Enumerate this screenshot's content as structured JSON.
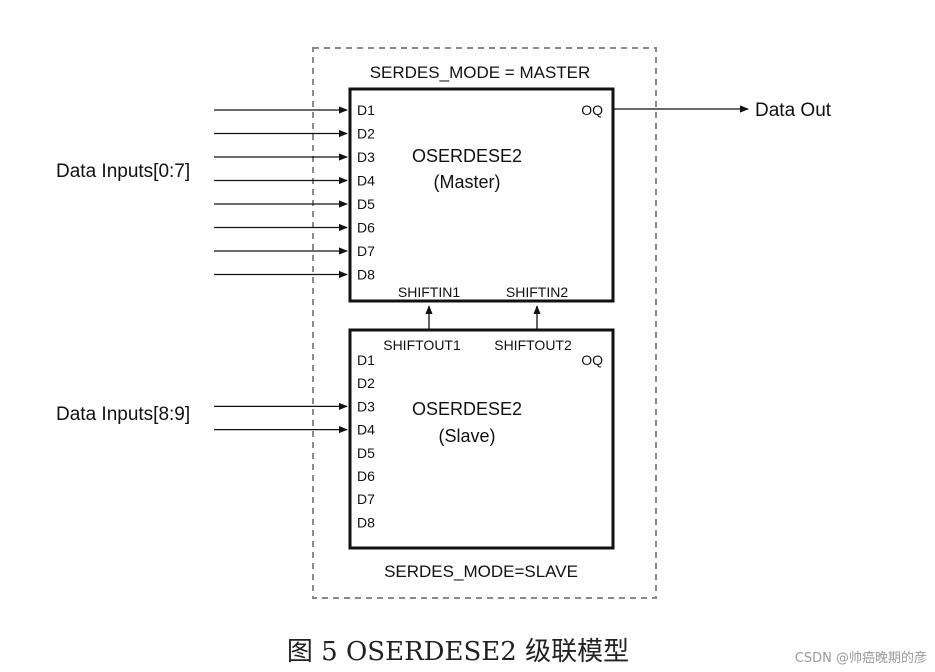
{
  "diagram": {
    "master": {
      "mode_label": "SERDES_MODE = MASTER",
      "name": "OSERDESE2",
      "role": "(Master)",
      "inputs": [
        "D1",
        "D2",
        "D3",
        "D4",
        "D5",
        "D6",
        "D7",
        "D8"
      ],
      "output": "OQ",
      "shiftin1": "SHIFTIN1",
      "shiftin2": "SHIFTIN2"
    },
    "slave": {
      "mode_label": "SERDES_MODE=SLAVE",
      "name": "OSERDESE2",
      "role": "(Slave)",
      "inputs": [
        "D1",
        "D2",
        "D3",
        "D4",
        "D5",
        "D6",
        "D7",
        "D8"
      ],
      "output": "OQ",
      "shiftout1": "SHIFTOUT1",
      "shiftout2": "SHIFTOUT2"
    },
    "data_inputs_master": "Data Inputs[0:7]",
    "data_inputs_slave": "Data Inputs[8:9]",
    "data_out": "Data Out"
  },
  "caption": "图 5 OSERDESE2 级联模型",
  "watermark": "CSDN @帅癌晚期的彦"
}
